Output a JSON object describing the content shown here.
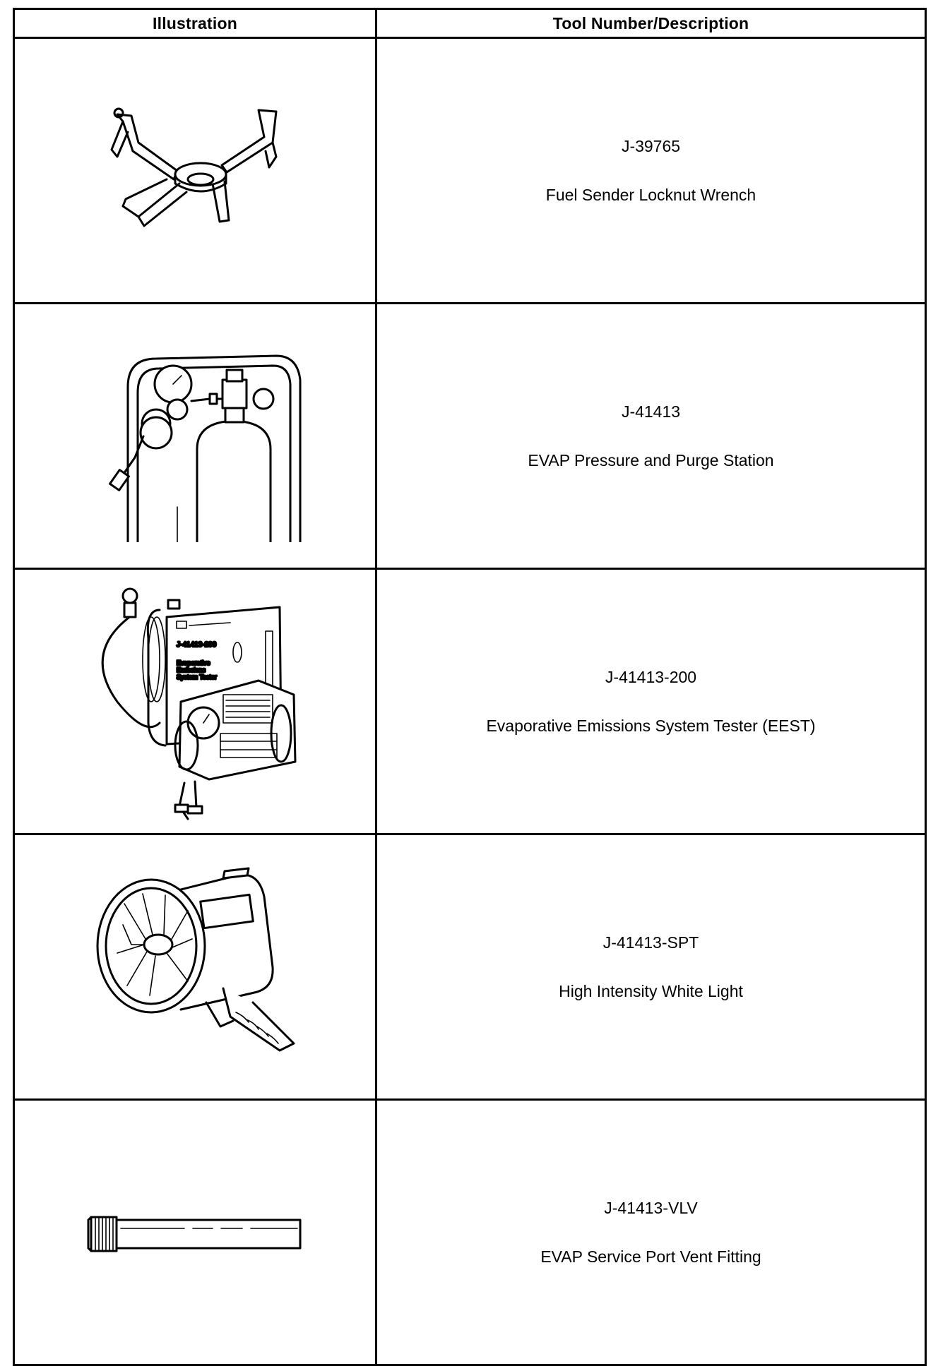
{
  "table": {
    "headers": {
      "illustration": "Illustration",
      "description": "Tool Number/Description"
    },
    "rows": [
      {
        "number": "J-39765",
        "name": "Fuel Sender Locknut Wrench",
        "icon": "locknut-wrench-icon"
      },
      {
        "number": "J-41413",
        "name": "EVAP Pressure and Purge Station",
        "icon": "pressure-purge-station-icon"
      },
      {
        "number": "J-41413-200",
        "name": "Evaporative Emissions System Tester (EEST)",
        "icon": "emissions-tester-icon"
      },
      {
        "number": "J-41413-SPT",
        "name": "High Intensity White Light",
        "icon": "white-light-icon"
      },
      {
        "number": "J-41413-VLV",
        "name": "EVAP Service Port Vent Fitting",
        "icon": "vent-fitting-icon"
      }
    ]
  }
}
